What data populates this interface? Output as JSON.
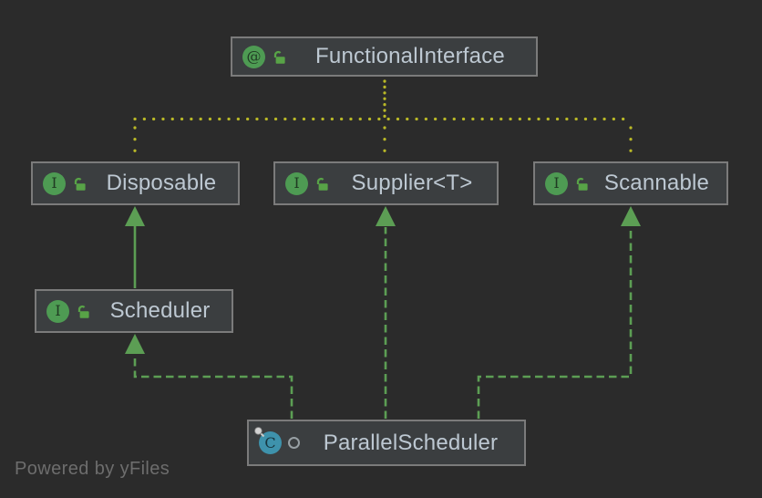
{
  "diagram": {
    "title": "UML class diagram (reactor scheduler hierarchy)",
    "watermark": "Powered by yFiles",
    "nodes": {
      "functional_interface": {
        "label": "FunctionalInterface",
        "kind": "annotation",
        "visibility": "public"
      },
      "disposable": {
        "label": "Disposable",
        "kind": "interface",
        "visibility": "public"
      },
      "supplier": {
        "label": "Supplier<T>",
        "kind": "interface",
        "visibility": "public"
      },
      "scannable": {
        "label": "Scannable",
        "kind": "interface",
        "visibility": "public"
      },
      "scheduler": {
        "label": "Scheduler",
        "kind": "interface",
        "visibility": "public"
      },
      "parallel_scheduler": {
        "label": "ParallelScheduler",
        "kind": "class",
        "visibility": "package-private",
        "modifier": "final"
      }
    },
    "icons": {
      "annotation_glyph": "@",
      "interface_glyph": "I",
      "class_glyph": "C"
    },
    "edges": [
      {
        "source": "Disposable",
        "target": "FunctionalInterface",
        "relation": "annotated-with",
        "style": "dotted-yellow-no-arrow"
      },
      {
        "source": "Supplier<T>",
        "target": "FunctionalInterface",
        "relation": "annotated-with",
        "style": "dotted-yellow-no-arrow"
      },
      {
        "source": "Scannable",
        "target": "FunctionalInterface",
        "relation": "annotated-with",
        "style": "dotted-yellow-no-arrow"
      },
      {
        "source": "Scheduler",
        "target": "Disposable",
        "relation": "extends",
        "style": "solid-green-triangle-arrow"
      },
      {
        "source": "ParallelScheduler",
        "target": "Scheduler",
        "relation": "implements",
        "style": "dashed-green-triangle-arrow"
      },
      {
        "source": "ParallelScheduler",
        "target": "Supplier<T>",
        "relation": "implements",
        "style": "dashed-green-triangle-arrow"
      },
      {
        "source": "ParallelScheduler",
        "target": "Scannable",
        "relation": "implements",
        "style": "dashed-green-triangle-arrow"
      }
    ],
    "colors": {
      "background": "#2b2b2b",
      "node_fill": "#3b3e40",
      "node_border": "#7b7b7b",
      "node_text": "#bdc8d2",
      "annotation_edge_yellow": "#b9b827",
      "inheritance_edge_green": "#5c9e54",
      "interface_icon_green": "#4e9b53",
      "class_icon_teal": "#3e92ac",
      "lock_icon_green": "#58a347"
    }
  }
}
